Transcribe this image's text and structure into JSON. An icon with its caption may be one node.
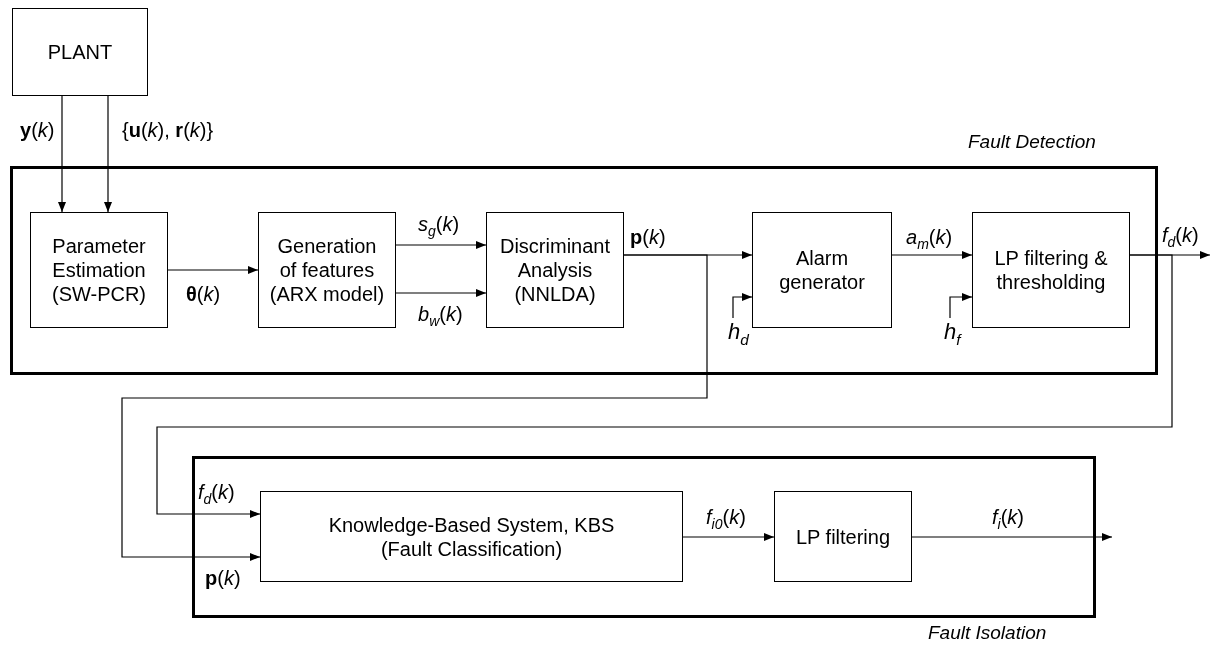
{
  "diagram": {
    "nodes": [
      {
        "text": [
          "PLANT"
        ]
      },
      {
        "text": [
          "Fault Detection"
        ]
      },
      {
        "text": [
          "Parameter Estimation (SW-PCR)"
        ],
        "in": 1
      },
      {
        "text": [
          "Generation of features (ARX model)"
        ],
        "in": 1
      },
      {
        "text": [
          "Discriminant Analysis (NNLDA)"
        ],
        "in": 1
      },
      {
        "text": [
          "Alarm generator"
        ],
        "in": 1
      },
      {
        "text": [
          "LP filtering & thresholding"
        ],
        "in": 1
      },
      {
        "text": [
          "Fault Isolation"
        ]
      },
      {
        "text": [
          "Knowledge-Based System, KBS (Fault Classification)"
        ],
        "in": 7
      },
      {
        "text": [
          "LP filtering"
        ],
        "in": 7
      },
      {
        "text": [
          "*h*$_{d}$"
        ],
        "in": 1
      },
      {
        "text": [
          "*h*$_{f}$"
        ],
        "in": 1
      }
    ],
    "edges": [
      {
        "from": 0,
        "to": 2,
        "arrow": "to",
        "label": "**y**(*k*)"
      },
      {
        "from": 0,
        "to": 2,
        "arrow": "to",
        "label": "{**u**(*k*), **r**(*k*)}"
      },
      {
        "from": 2,
        "to": 3,
        "arrow": "to",
        "label": "**θ**(*k*)"
      },
      {
        "from": 3,
        "to": 4,
        "arrow": "to",
        "label": "*s*$_{g}$(*k*)"
      },
      {
        "from": 3,
        "to": 4,
        "arrow": "to",
        "label": "*b*$_{w}$(*k*)"
      },
      {
        "from": 4,
        "to": 5,
        "arrow": "to",
        "label": "**p**(*k*)"
      },
      {
        "from": 4,
        "to": 8,
        "arrow": "to",
        "label": "**p**(*k*)"
      },
      {
        "from": 10,
        "to": 5,
        "arrow": "to"
      },
      {
        "from": 5,
        "to": 6,
        "arrow": "to",
        "label": "*a*$_{m}$(*k*)"
      },
      {
        "from": 11,
        "to": 6,
        "arrow": "to"
      },
      {
        "from": 6,
        "to": null,
        "arrow": "to",
        "label": "*f*$_{d}$(*k*)"
      },
      {
        "from": 6,
        "to": 8,
        "arrow": "to",
        "label": "*f*$_{d}$(*k*)"
      },
      {
        "from": 8,
        "to": 9,
        "arrow": "to",
        "label": "*f*$_{i0}$(*k*)"
      },
      {
        "from": 9,
        "to": null,
        "arrow": "to",
        "label": "*f*$_{i}$(*k*)"
      }
    ]
  }
}
